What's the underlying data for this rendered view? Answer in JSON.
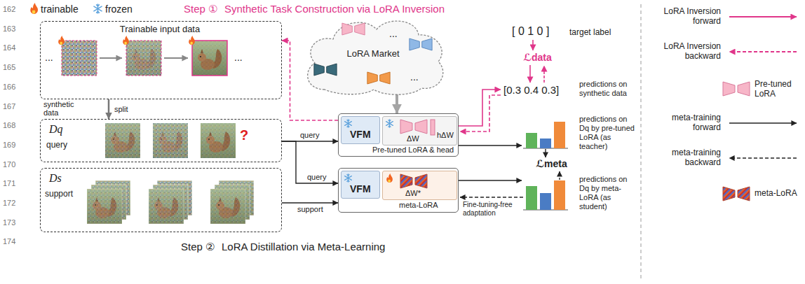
{
  "diagram": {
    "nodes": [
      {
        "text": [
          "Trainable input data"
        ]
      },
      {
        "text": [
          "Dq",
          "query"
        ]
      },
      {
        "text": [
          "Ds",
          "support"
        ]
      },
      {
        "text": [
          "LoRA Market"
        ]
      },
      {
        "text": [
          "Pre-tuned LoRA & head"
        ]
      },
      {
        "text": [
          "VFM"
        ],
        "in": 4
      },
      {
        "text": [
          "ΔW",
          "hΔW"
        ],
        "in": 4
      },
      {
        "text": [
          "meta-LoRA"
        ]
      },
      {
        "text": [
          "VFM"
        ],
        "in": 7
      },
      {
        "text": [
          "ΔW*"
        ],
        "in": 7
      }
    ],
    "edges": [
      {
        "from": 0,
        "to": 1,
        "arrow": "to",
        "label": "split"
      },
      {
        "from": 3,
        "to": 4,
        "arrow": "to"
      },
      {
        "from": 4,
        "to": 0,
        "arrow": "to"
      },
      {
        "from": 1,
        "to": 4,
        "arrow": "to",
        "label": "query"
      },
      {
        "from": 1,
        "to": 7,
        "arrow": "to",
        "label": "query"
      },
      {
        "from": 2,
        "to": 7,
        "arrow": "to",
        "label": "support"
      }
    ],
    "labels": [
      "162",
      "163",
      "164",
      "165",
      "166",
      "167",
      "168",
      "169",
      "170",
      "171",
      "172",
      "173",
      "174",
      "trainable",
      "frozen",
      "Step ①",
      "Synthetic Task Construction via LoRA Inversion",
      "...",
      "...",
      "synthetic data",
      "?",
      "...",
      "...",
      "[ 0 1 0 ]",
      "target label",
      "ℒdata",
      "[0.3 0.4 0.3]",
      "predictions on synthetic data",
      "predictions on Dq by pre-tuned LoRA (as teacher)",
      "ℒmeta",
      "predictions on Dq by meta-LoRA (as student)",
      "Fine-tuning-free adaptation",
      "Step ②",
      "LoRA Distillation via Meta-Learning"
    ],
    "legend": [
      {
        "text": "LoRA Inversion forward"
      },
      {
        "text": "LoRA Inversion backward"
      },
      {
        "text": "Pre-tuned LoRA"
      },
      {
        "text": "meta-training forward"
      },
      {
        "text": "meta-training backward"
      },
      {
        "text": "meta-LoRA"
      }
    ]
  }
}
